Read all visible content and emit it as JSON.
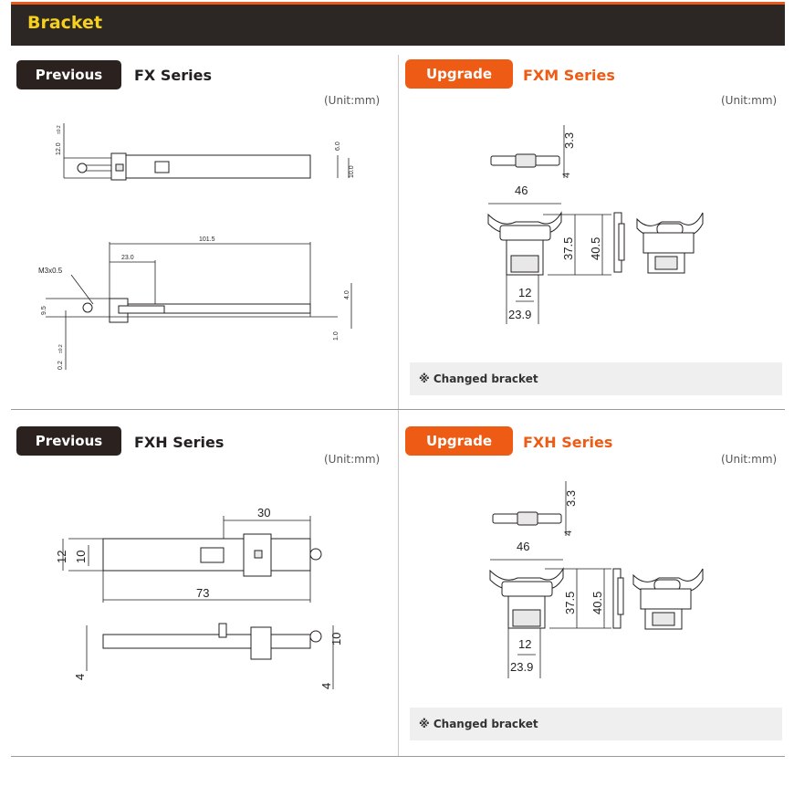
{
  "header": {
    "title": "Bracket"
  },
  "panels": {
    "top_left": {
      "badge": "Previous",
      "series": "FX Series",
      "unit": "(Unit:mm)"
    },
    "top_right": {
      "badge": "Upgrade",
      "series": "FXM Series",
      "unit": "(Unit:mm)",
      "note": "※ Changed bracket"
    },
    "bot_left": {
      "badge": "Previous",
      "series": "FXH Series",
      "unit": "(Unit:mm)"
    },
    "bot_right": {
      "badge": "Upgrade",
      "series": "FXH Series",
      "unit": "(Unit:mm)",
      "note": "※ Changed bracket"
    }
  },
  "fx_dims": {
    "top_h": "12.0",
    "top_tol": "±0.2",
    "right_a": "6.0",
    "right_b": "10.0",
    "len": "101.5",
    "sub": "23.0",
    "thread": "M3x0.5",
    "left_h": "9.5",
    "r_top": "4.0",
    "r_bot": "1.0",
    "gap": "0.2",
    "gap_tol": "±0.2"
  },
  "fxm_dims": {
    "a": "3.3",
    "b": "4",
    "w": "46",
    "h1": "37.5",
    "h2": "40.5",
    "s1": "12",
    "s2": "23.9"
  },
  "fxh_old_dims": {
    "top": "30",
    "h1": "12",
    "h2": "10",
    "len": "73",
    "r": "10",
    "b_left": "4",
    "b_right": "4"
  },
  "fxh_new_dims": {
    "a": "3.3",
    "b": "4",
    "w": "46",
    "h1": "37.5",
    "h2": "40.5",
    "s1": "12",
    "s2": "23.9"
  }
}
